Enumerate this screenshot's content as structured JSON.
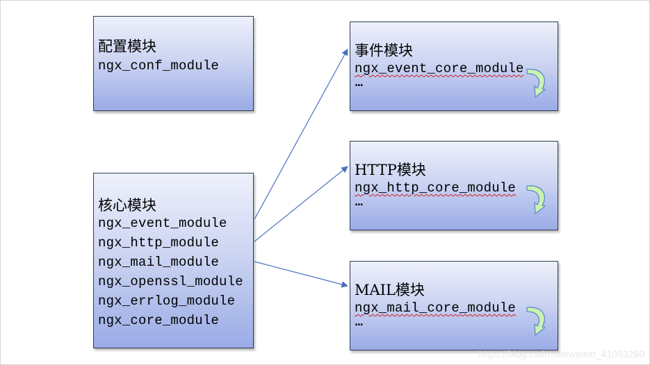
{
  "config_module": {
    "title": "配置模块",
    "items": [
      "ngx_conf_module"
    ]
  },
  "core_module": {
    "title": "核心模块",
    "items": [
      "ngx_event_module",
      "ngx_http_module",
      "ngx_mail_module",
      "ngx_openssl_module",
      "ngx_errlog_module",
      "ngx_core_module"
    ]
  },
  "event_module": {
    "title": "事件模块",
    "item": "ngx_event_core_module",
    "ellipsis": "…"
  },
  "http_module": {
    "title": "HTTP模块",
    "item": "ngx_http_core_module",
    "ellipsis": "…"
  },
  "mail_module": {
    "title": "MAIL模块",
    "item": "ngx_mail_core_module",
    "ellipsis": "…"
  },
  "watermark": "https://blog.csdn.net/weixin_41093280",
  "colors": {
    "box_top": "#eef1fb",
    "box_bottom": "#9aabe6",
    "border": "#2f3a55",
    "arrow": "#4a6fc0",
    "curl_fill": "#ccf2b0",
    "curl_stroke": "#5b8bc9"
  }
}
